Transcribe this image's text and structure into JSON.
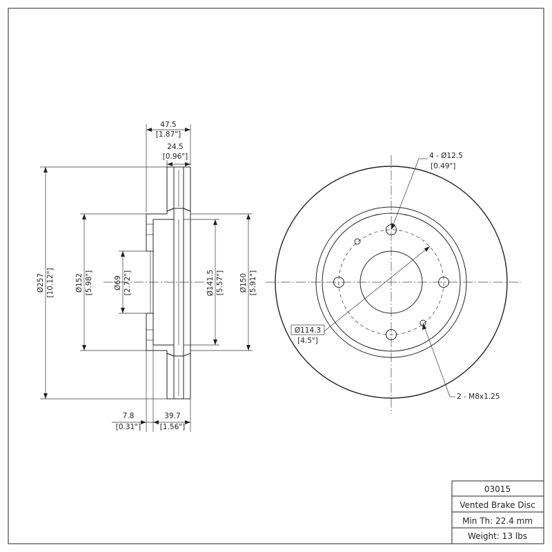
{
  "side_view": {
    "overall_width": {
      "value": "47.5",
      "inch": "[1.87\"]"
    },
    "rotor_width": {
      "value": "24.5",
      "inch": "[0.96\"]"
    },
    "outer_diameter": {
      "value": "Ø257",
      "inch": "[10.12\"]"
    },
    "hat_diameter": {
      "value": "Ø152",
      "inch": "[5.98\"]"
    },
    "center_bore": {
      "value": "Ø69",
      "inch": "[2.72\"]"
    },
    "inner_diameter": {
      "value": "Ø141.5",
      "inch": "[5.57\"]"
    },
    "hat_outer_diameter": {
      "value": "Ø150",
      "inch": "[5.91\"]"
    },
    "hat_thickness": {
      "value": "7.8",
      "inch": "[0.31\"]"
    },
    "hat_height": {
      "value": "39.7",
      "inch": "[1.56\"]"
    }
  },
  "front_view": {
    "bolt_holes": {
      "value": "4 - Ø12.5",
      "inch": "[0.49\"]"
    },
    "bolt_circle": {
      "value": "Ø114.3",
      "inch": "[4.5\"]"
    },
    "threaded_holes": {
      "value": "2 - M8x1.25"
    }
  },
  "title_block": {
    "part_number": "03015",
    "description": "Vented Brake Disc",
    "min_thickness": "Min Th: 22.4 mm",
    "weight": "Weight: 13 lbs"
  }
}
